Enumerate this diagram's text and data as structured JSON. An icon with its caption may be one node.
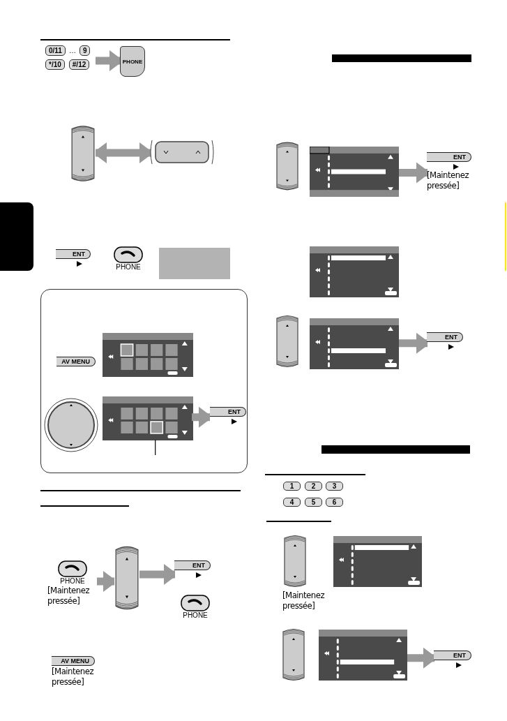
{
  "diagram": {
    "nodes": [
      {
        "text": [
          "0/11",
          "…",
          "9",
          "*/10",
          "#/12"
        ]
      },
      {
        "text": [
          "PHONE"
        ]
      },
      {
        "text": [],
        "shape": "picture"
      },
      {
        "text": [],
        "shape": "picture"
      },
      {
        "text": [
          "ENT"
        ]
      },
      {
        "text": [
          "PHONE"
        ]
      },
      {
        "text": [],
        "shape": "box"
      },
      {
        "text": [],
        "shape": "box"
      },
      {
        "text": [
          "AV MENU"
        ],
        "in": 7
      },
      {
        "text": [],
        "shape": "picture",
        "in": 7
      },
      {
        "text": [],
        "shape": "picture",
        "in": 7
      },
      {
        "text": [],
        "shape": "picture",
        "in": 7
      },
      {
        "text": [
          "ENT"
        ],
        "in": 7
      },
      {
        "text": [
          "PHONE",
          "[Maintenez pressée]"
        ]
      },
      {
        "text": [],
        "shape": "picture"
      },
      {
        "text": [
          "ENT"
        ]
      },
      {
        "text": [
          "PHONE"
        ]
      },
      {
        "text": [
          "AV MENU",
          "[Maintenez pressée]"
        ]
      },
      {
        "text": [],
        "shape": "picture"
      },
      {
        "text": [],
        "shape": "picture"
      },
      {
        "text": [
          "ENT",
          "[Maintenez pressée]"
        ]
      },
      {
        "text": [],
        "shape": "picture"
      },
      {
        "text": [],
        "shape": "picture"
      },
      {
        "text": [],
        "shape": "picture"
      },
      {
        "text": [
          "ENT"
        ]
      },
      {
        "text": [
          "1"
        ]
      },
      {
        "text": [
          "2"
        ]
      },
      {
        "text": [
          "3"
        ]
      },
      {
        "text": [
          "4"
        ]
      },
      {
        "text": [
          "5"
        ]
      },
      {
        "text": [
          "6"
        ]
      },
      {
        "text": [
          "[Maintenez pressée]"
        ]
      },
      {
        "text": [],
        "shape": "picture"
      },
      {
        "text": [],
        "shape": "picture"
      },
      {
        "text": [],
        "shape": "picture"
      },
      {
        "text": [
          "ENT"
        ]
      },
      {
        "text": [],
        "shape": "bar"
      }
    ],
    "edges": [
      {
        "from": 0,
        "to": 1,
        "arrow": "to"
      },
      {
        "from": 2,
        "to": 3,
        "arrow": "both"
      },
      {
        "from": 11,
        "to": 12,
        "arrow": "to"
      },
      {
        "from": 11,
        "to": null,
        "arrow": "none",
        "color": "#000000"
      },
      {
        "from": 13,
        "to": 14,
        "arrow": "to"
      },
      {
        "from": 14,
        "to": 15,
        "arrow": "to"
      },
      {
        "from": 19,
        "to": 20,
        "arrow": "to"
      },
      {
        "from": 23,
        "to": 24,
        "arrow": "to"
      },
      {
        "from": 34,
        "to": 35,
        "arrow": "to"
      }
    ]
  }
}
